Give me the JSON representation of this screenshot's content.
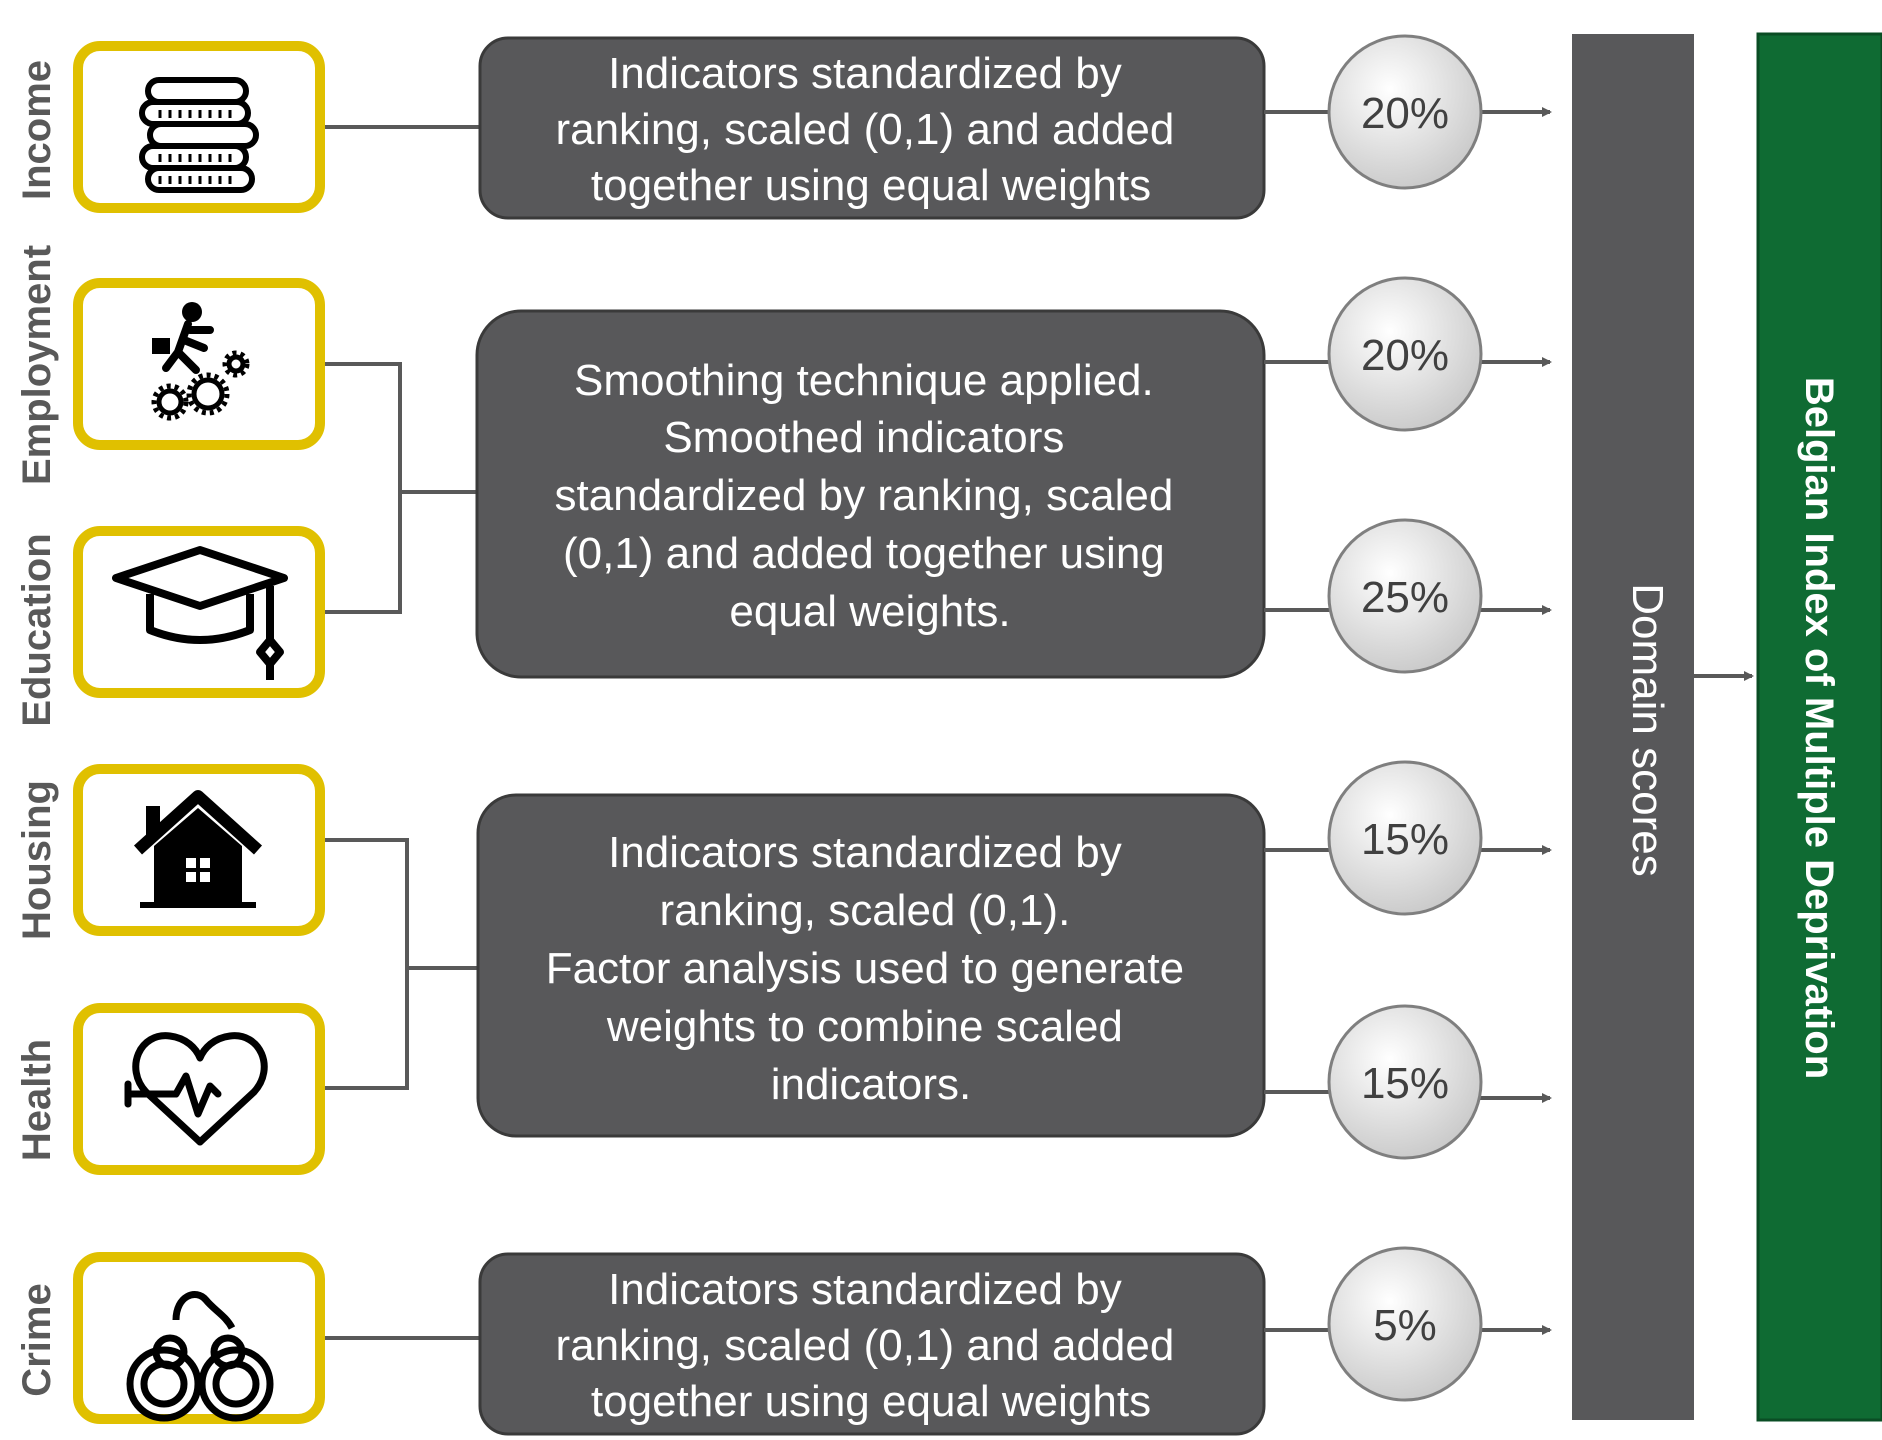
{
  "domains": [
    {
      "label": "Income",
      "icon": "coins-icon"
    },
    {
      "label": "Employment",
      "icon": "worker-gears-icon"
    },
    {
      "label": "Education",
      "icon": "graduation-cap-icon"
    },
    {
      "label": "Housing",
      "icon": "house-icon"
    },
    {
      "label": "Health",
      "icon": "heart-pulse-icon"
    },
    {
      "label": "Crime",
      "icon": "handcuffs-icon"
    }
  ],
  "process_boxes": [
    {
      "lines": [
        "Indicators standardized by",
        "ranking, scaled (0,1) and added",
        "together using equal weights"
      ]
    },
    {
      "lines": [
        "Smoothing technique applied.",
        "Smoothed indicators",
        "standardized by ranking, scaled",
        "(0,1) and added together using",
        "equal weights."
      ]
    },
    {
      "lines": [
        "Indicators standardized by",
        "ranking, scaled (0,1).",
        "Factor analysis used to generate",
        "weights to combine scaled",
        "indicators."
      ]
    },
    {
      "lines": [
        "Indicators standardized by",
        "ranking, scaled (0,1) and added",
        "together using equal weights"
      ]
    }
  ],
  "weights": [
    "20%",
    "20%",
    "25%",
    "15%",
    "15%",
    "5%"
  ],
  "domain_scores_label": "Domain scores",
  "final_label": "Belgian Index of Multiple Deprivation",
  "colors": {
    "icon_border": "#e0c000",
    "process_box": "#58585a",
    "connector": "#595959",
    "domain_scores_bar": "#58585a",
    "final_bar": "#0f6b33"
  }
}
